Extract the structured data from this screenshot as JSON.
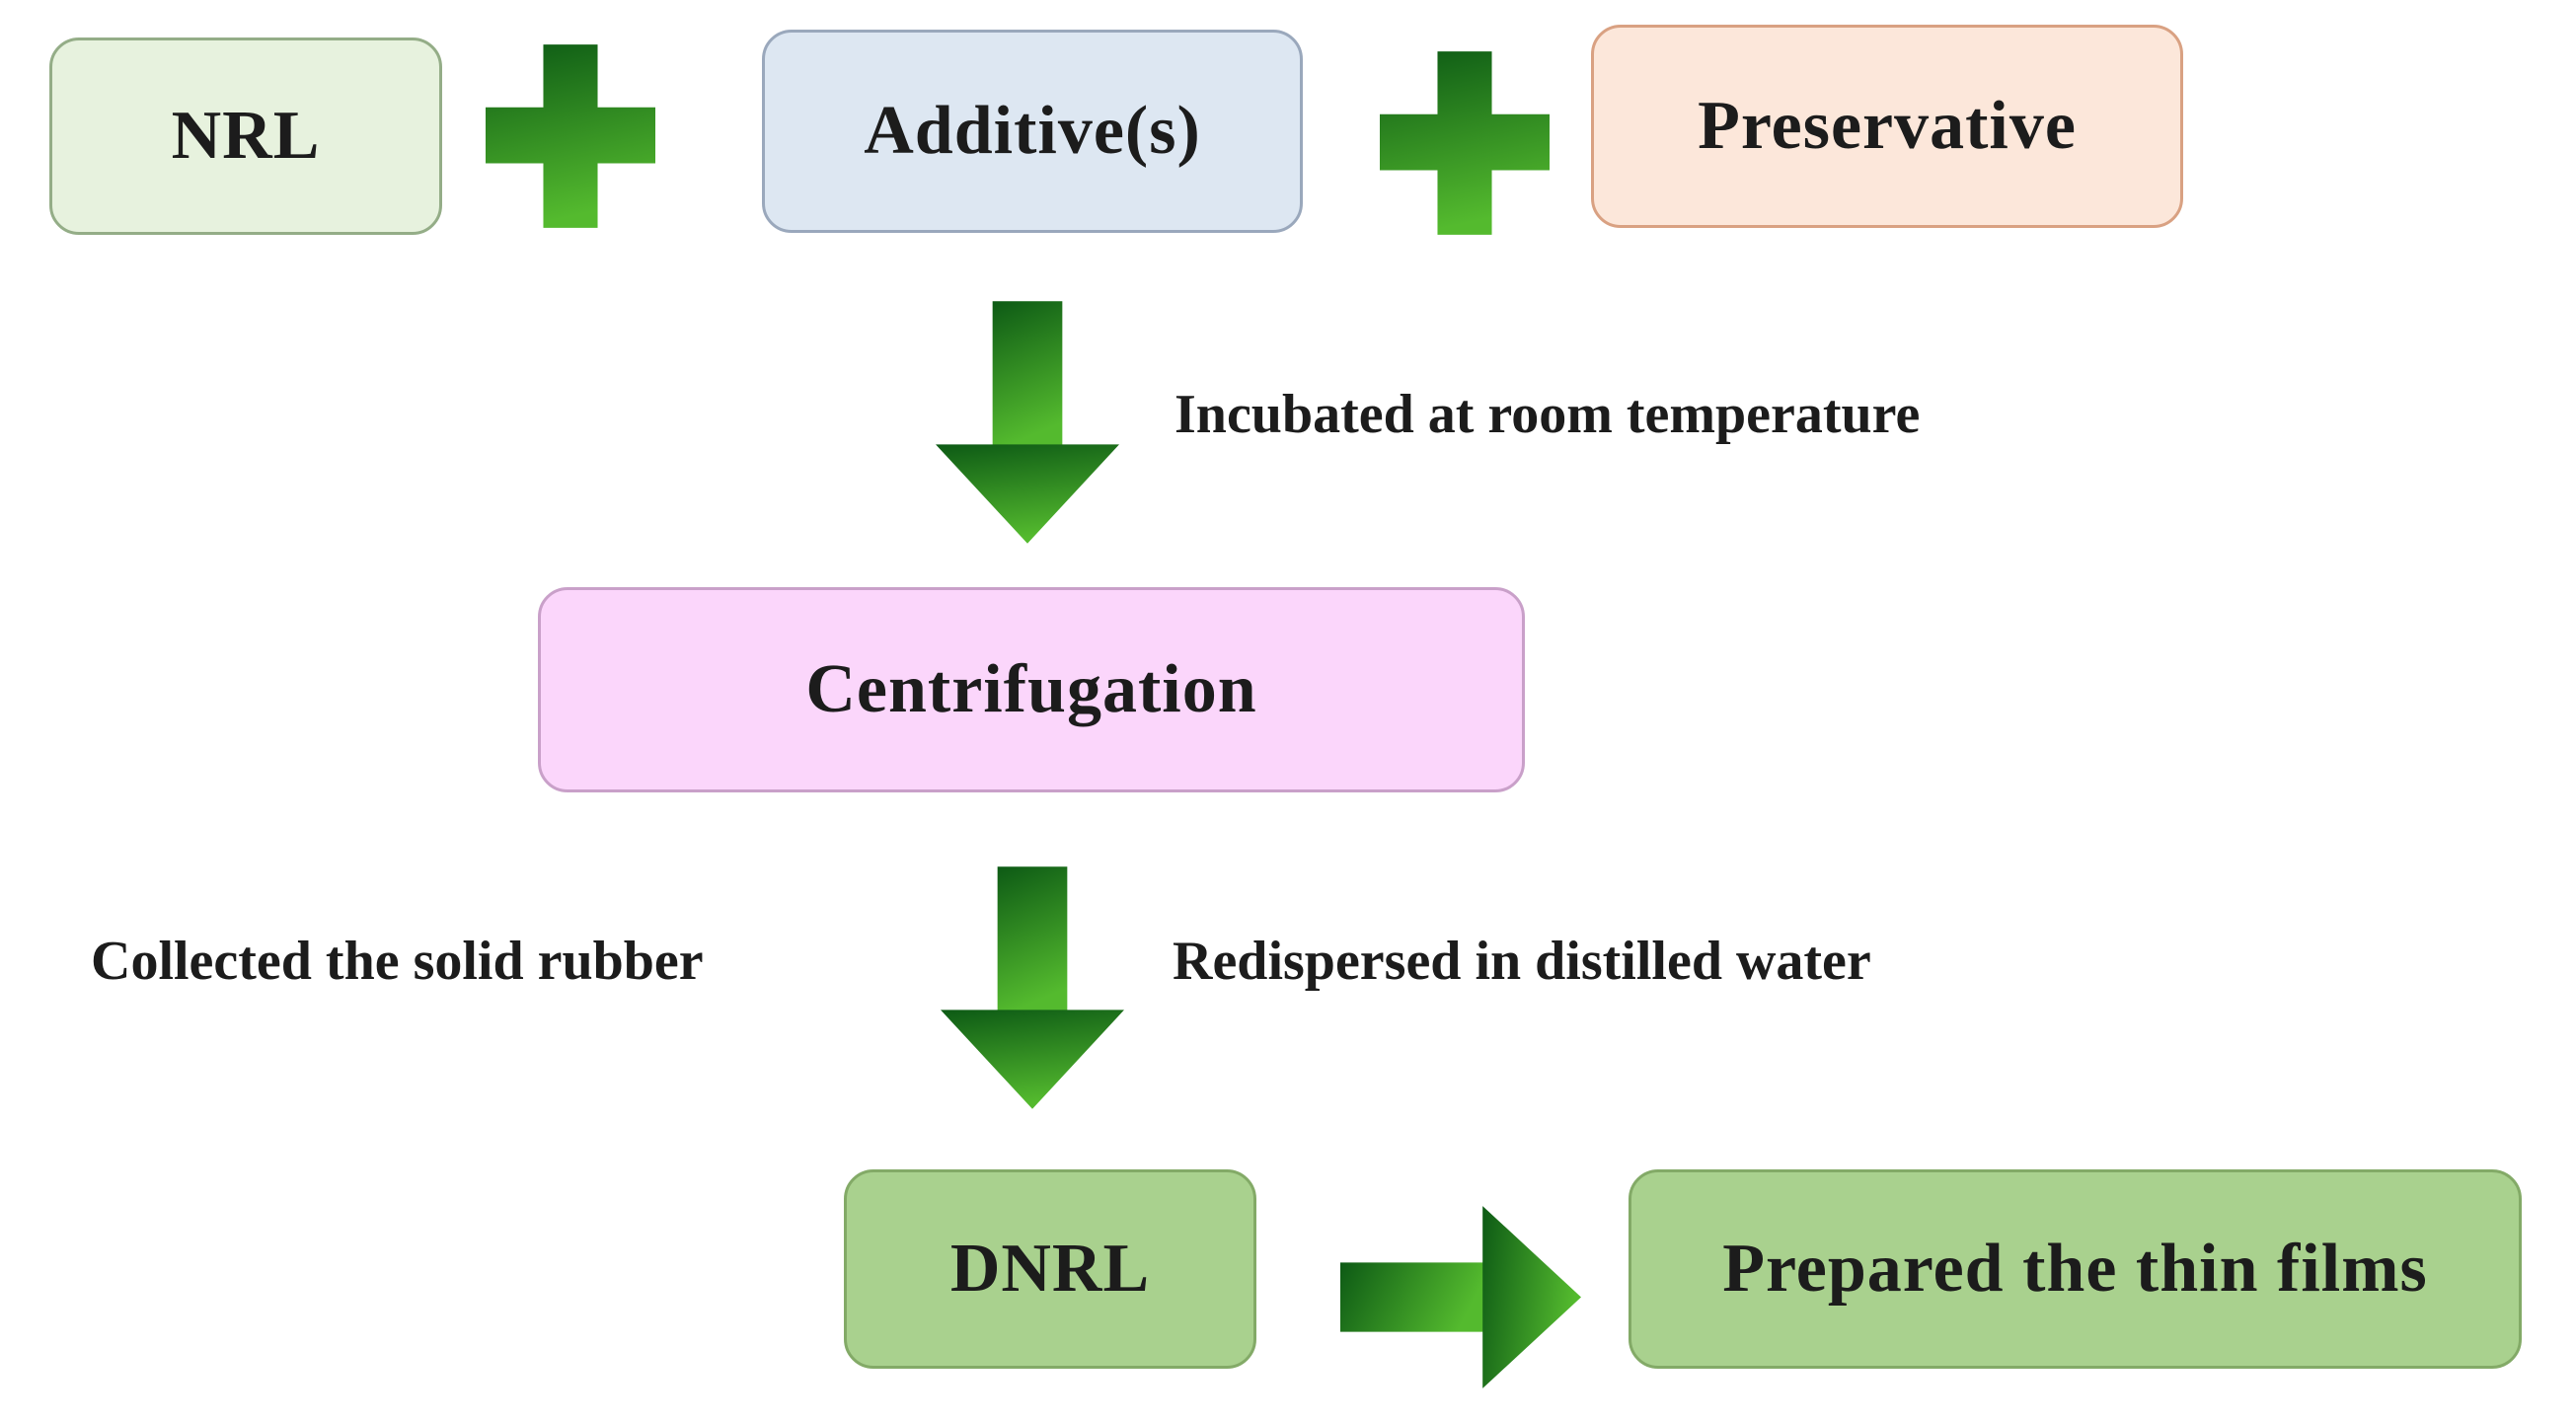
{
  "diagram": {
    "nodes": {
      "nrl": "NRL",
      "additives": "Additive(s)",
      "preservative": "Preservative",
      "centrifugation": "Centrifugation",
      "dnrl": "DNRL",
      "thin_films": "Prepared the thin films"
    },
    "labels": {
      "incubated": "Incubated at room temperature",
      "collected": "Collected the solid rubber",
      "redispersed": "Redispersed in distilled water"
    }
  },
  "colors": {
    "background": "#ffffff",
    "text": "#1c1c1c",
    "nrl_fill": "#e7f2de",
    "nrl_border": "#94ad87",
    "additives_fill": "#dde7f2",
    "additives_border": "#9aa8bc",
    "preservative_fill": "#fce7da",
    "preservative_border": "#d9a182",
    "centrifugation_fill": "#fbd6fb",
    "centrifugation_border": "#c9a0c9",
    "dnrl_fill": "#a9d18e",
    "dnrl_border": "#83aa67",
    "films_fill": "#a9d18e",
    "films_border": "#83aa67",
    "arrow_dark": "#0d5a15",
    "arrow_light": "#54ba2e"
  }
}
